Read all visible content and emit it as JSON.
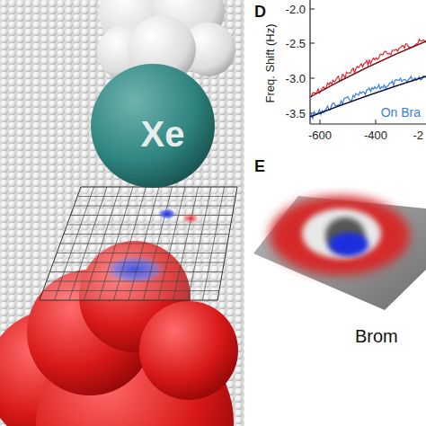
{
  "diagram": {
    "nodes": [
      {
        "text": [
          "Xe"
        ]
      }
    ],
    "labels": [
      "D",
      "Freq. Shift (Hz)",
      "-2.0",
      "-2.5",
      "-3.0",
      "-3.5",
      "-600",
      "-400",
      "-2",
      "On Bra",
      "E",
      "Brom"
    ]
  }
}
